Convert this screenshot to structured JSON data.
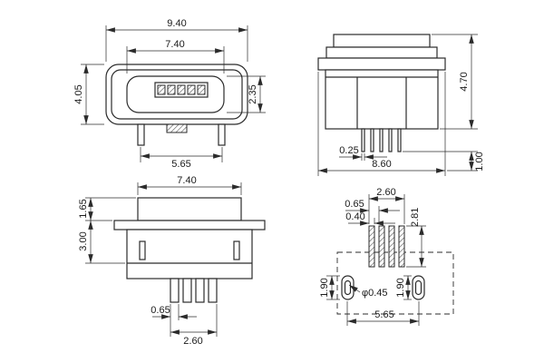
{
  "front_view": {
    "overall_width": "9.40",
    "opening_width": "7.40",
    "body_height": "4.05",
    "opening_height": "2.35",
    "leg_span": "5.65"
  },
  "side_view": {
    "overall_height": "4.70",
    "pin_thickness": "0.25",
    "body_length": "8.60",
    "pin_protrusion": "1.00"
  },
  "top_view": {
    "shroud_depth": "1.65",
    "shell_depth": "3.00",
    "body_width": "7.40",
    "pin_width": "0.65",
    "pin_group_span": "2.60"
  },
  "footprint_view": {
    "pad_pitch": "0.65",
    "pad_width": "0.40",
    "pad_group_span": "2.60",
    "pad_length": "2.81",
    "hole_height_left": "1.90",
    "hole_height_right": "1.90",
    "hole_diameter": "φ0.45",
    "hole_span": "5.65"
  },
  "colors": {
    "line": "#2b2b2b",
    "background": "#ffffff"
  }
}
